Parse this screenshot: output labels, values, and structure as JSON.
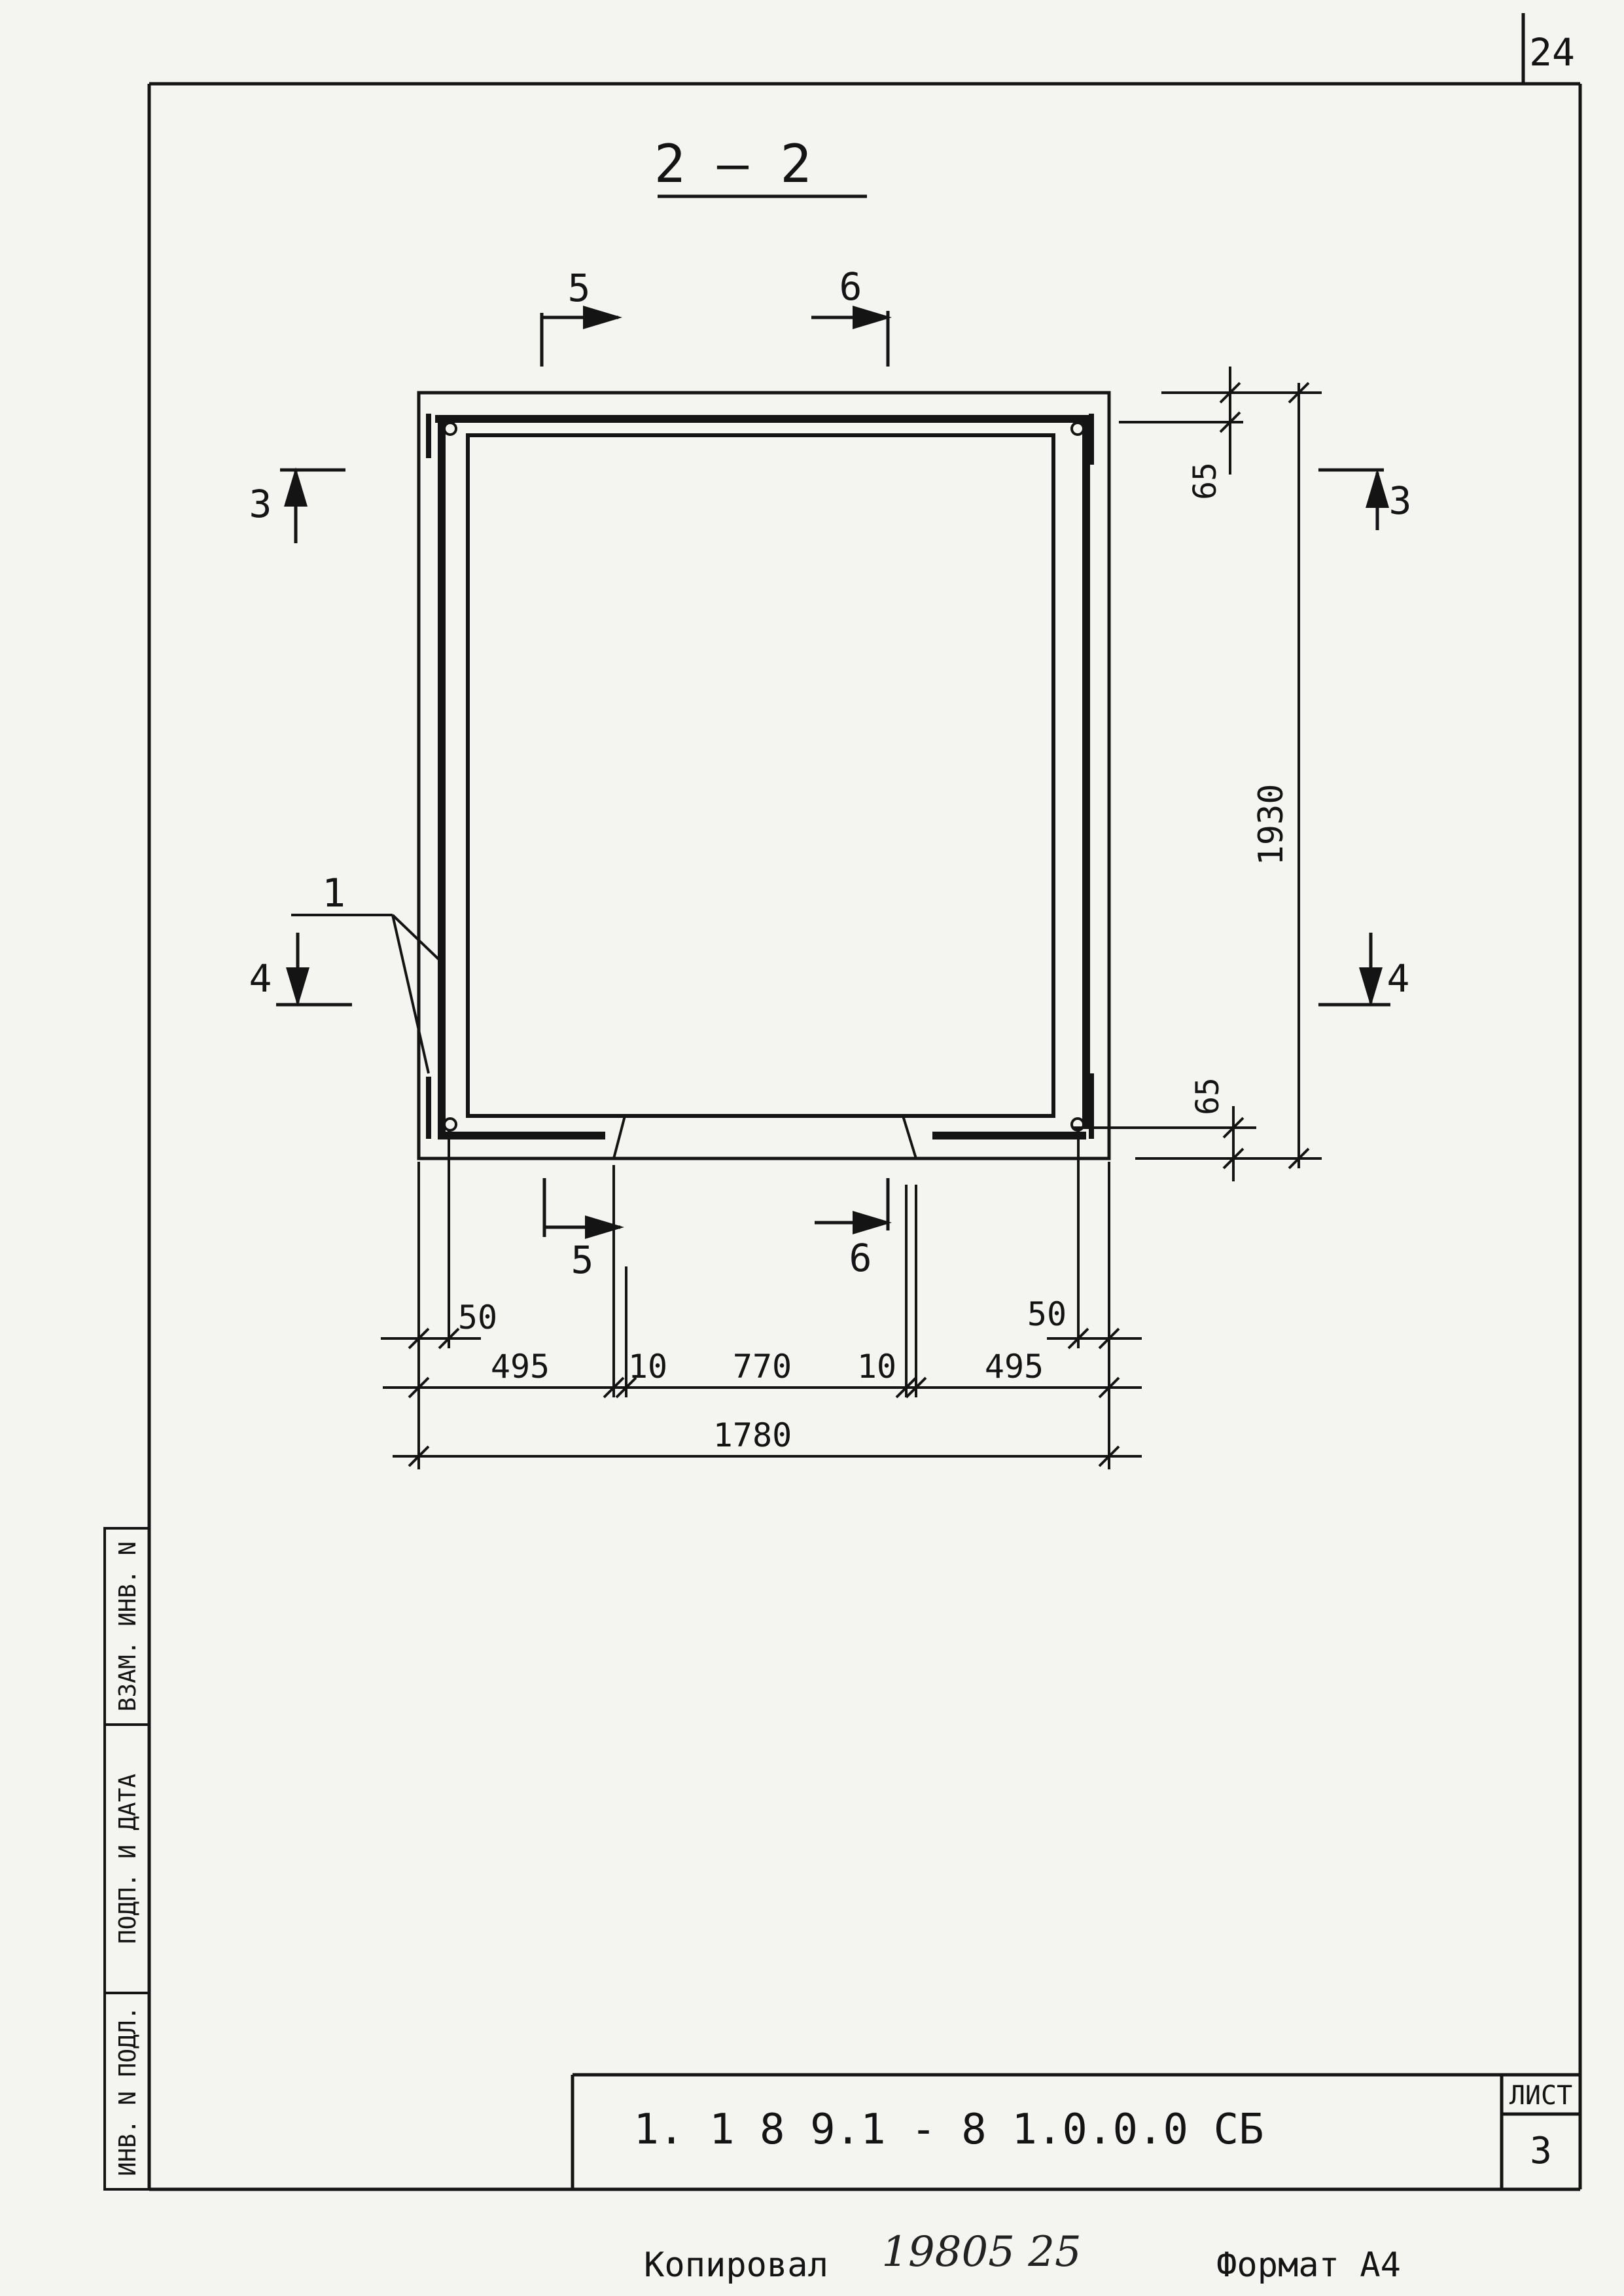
{
  "sheet_number_top": "24",
  "section_title": "2 — 2",
  "section_markers": {
    "five": "5",
    "six": "6",
    "three": "3",
    "four": "4"
  },
  "callout_label": "1",
  "dimensions": {
    "cover_top": "65",
    "cover_bottom": "65",
    "height": "1930",
    "offset_left": "50",
    "offset_right": "50",
    "seg_left": "495",
    "gap_left": "10",
    "seg_center": "770",
    "gap_right": "10",
    "seg_right": "495",
    "total_width": "1780"
  },
  "side_stamp": [
    "ИНВ. N ПОДЛ.",
    "ПОДП. И ДАТА",
    "ВЗАМ. ИНВ. N"
  ],
  "title_block": {
    "code": "1. 1 8 9.1 - 8   1.0.0.0   СБ",
    "sheet_label": "ЛИСТ",
    "sheet_number": "3"
  },
  "footer": {
    "copied_label": "Копировал",
    "handwritten": "19805   25",
    "format_label": "Формат А4"
  }
}
